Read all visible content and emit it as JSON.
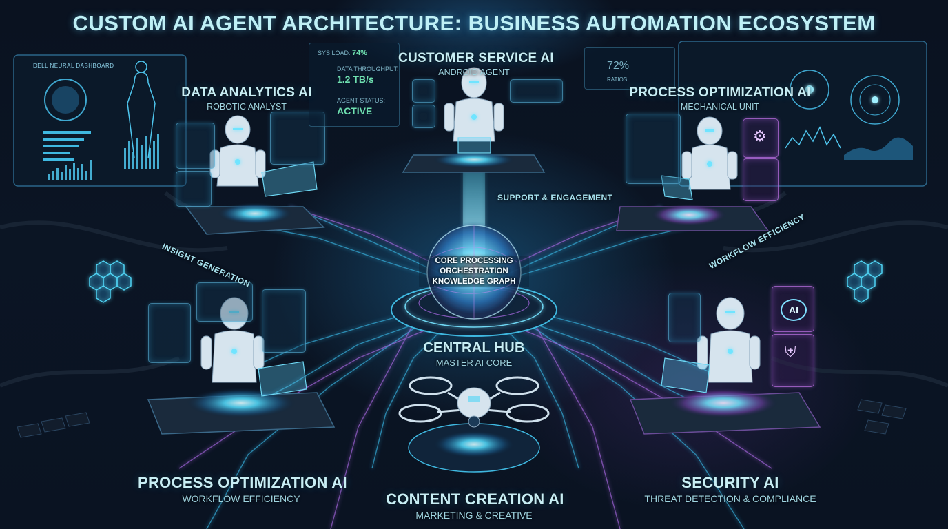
{
  "title": "CUSTOM AI AGENT ARCHITECTURE: BUSINESS AUTOMATION ECOSYSTEM",
  "hub": {
    "name": "CENTRAL HUB",
    "subtitle": "MASTER AI CORE",
    "core_lines": [
      "CORE PROCESSING",
      "ORCHESTRATION",
      "KNOWLEDGE GRAPH"
    ]
  },
  "agents": [
    {
      "id": "data-analytics",
      "name": "DATA ANALYTICS AI",
      "subtitle": "ROBOTIC ANALYST",
      "flow_label": "INSIGHT GENERATION"
    },
    {
      "id": "customer-service",
      "name": "CUSTOMER SERVICE AI",
      "subtitle": "ANDROID AGENT",
      "flow_label": "SUPPORT & ENGAGEMENT"
    },
    {
      "id": "process-optimization-top",
      "name": "PROCESS OPTIMIZATION AI",
      "subtitle": "MECHANICAL UNIT",
      "flow_label": "WORKFLOW EFFICIENCY"
    },
    {
      "id": "process-optimization-bottom",
      "name": "PROCESS OPTIMIZATION AI",
      "subtitle": "WORKFLOW EFFICIENCY"
    },
    {
      "id": "content-creation",
      "name": "CONTENT CREATION AI",
      "subtitle": "MARKETING & CREATIVE"
    },
    {
      "id": "security",
      "name": "SECURITY AI",
      "subtitle": "THREAT DETECTION & COMPLIANCE"
    }
  ],
  "status_panel": {
    "load_label": "SYS LOAD:",
    "load_value": "74%",
    "throughput_label": "DATA THROUGHPUT:",
    "throughput_value": "1.2 TB/s",
    "status_label": "AGENT STATUS:",
    "status_value": "ACTIVE"
  },
  "right_panel": {
    "gauge_value": "72%",
    "bar_label": "RATIOS"
  },
  "left_panel": {
    "header": "DELL NEURAL DASHBOARD"
  },
  "security_badge": "AI",
  "colors": {
    "background": "#070b14",
    "cyan_glow": "#3fd0f0",
    "purple_glow": "#b46ef0",
    "label_text": "#c8eef4",
    "status_green": "#6fe0b0"
  }
}
